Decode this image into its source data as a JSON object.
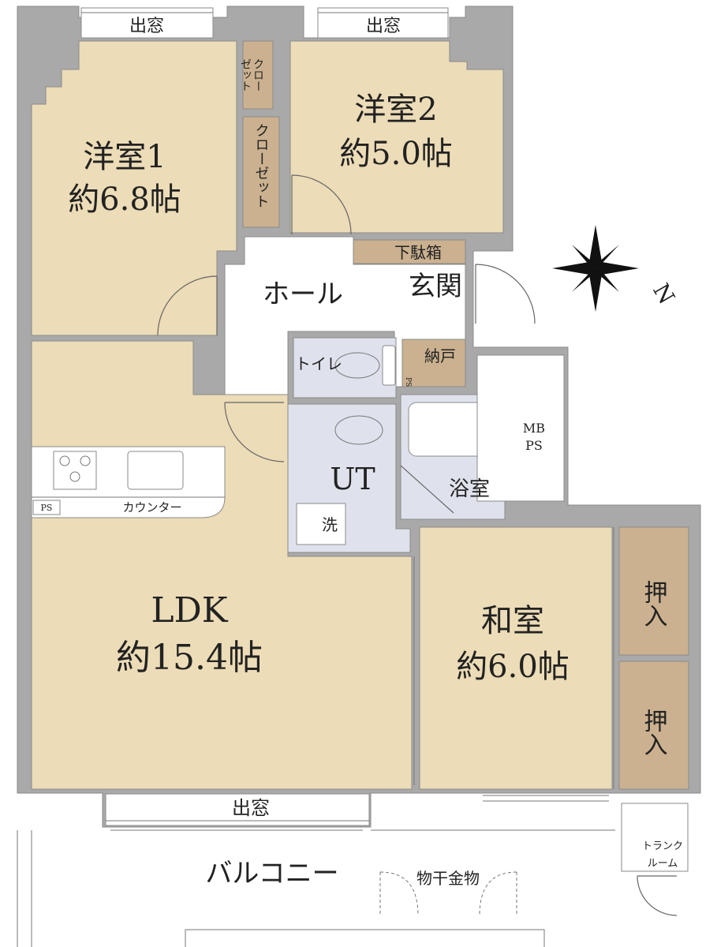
{
  "rooms": {
    "western1": {
      "name": "洋室1",
      "size": "約6.8帖"
    },
    "western2": {
      "name": "洋室2",
      "size": "約5.0帖"
    },
    "ldk": {
      "name": "LDK",
      "size": "約15.4帖"
    },
    "japanese": {
      "name": "和室",
      "size": "約6.0帖"
    }
  },
  "labels": {
    "bay_window_top_left": "出窓",
    "bay_window_top_right": "出窓",
    "bay_window_bottom": "出窓",
    "closet_small": "クロー\nゼット",
    "closet_tall": "クローゼット",
    "hall": "ホール",
    "entrance": "玄関",
    "shoe_box": "下駄箱",
    "storage_nando": "納戸",
    "toilet": "トイレ",
    "ps_small": "PS",
    "ut": "UT",
    "washer": "洗",
    "bath": "浴室",
    "mbps_1": "MB",
    "mbps_2": "PS",
    "counter": "カウンター",
    "ps_kitchen": "PS",
    "oshiire_top": "押入",
    "oshiire_bottom": "押入",
    "trunk_room_1": "トランク",
    "trunk_room_2": "ルーム",
    "balcony": "バルコニー",
    "drying_hardware": "物干金物",
    "north_mark": "N"
  },
  "colors": {
    "room": "#ecdcb7",
    "wet_area": "#dfe2ec",
    "storage": "#cbb18f",
    "wall": "#a9a9a9"
  }
}
